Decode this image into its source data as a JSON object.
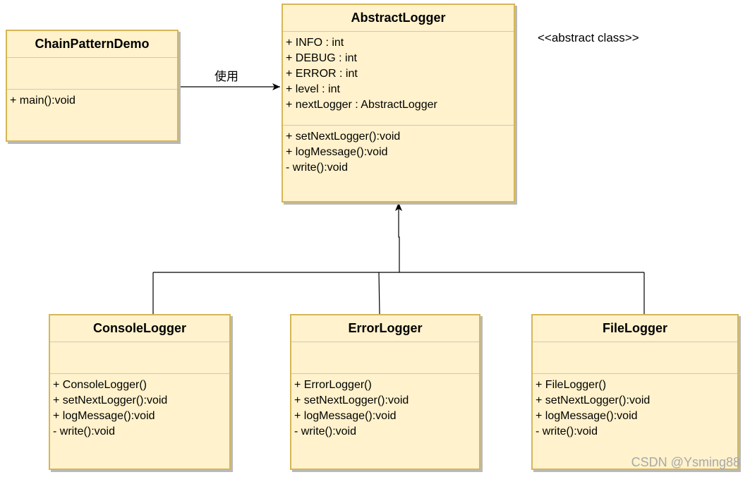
{
  "classes": {
    "chain_pattern_demo": {
      "name": "ChainPatternDemo",
      "attributes": [],
      "operations": [
        "+ main():void"
      ]
    },
    "abstract_logger": {
      "name": "AbstractLogger",
      "attributes": [
        "+ INFO : int",
        "+ DEBUG : int",
        "+ ERROR : int",
        "+ level : int",
        "+ nextLogger : AbstractLogger"
      ],
      "operations": [
        "+ setNextLogger():void",
        "+ logMessage():void",
        "- write():void"
      ]
    },
    "console_logger": {
      "name": "ConsoleLogger",
      "attributes": [],
      "operations": [
        "+ ConsoleLogger()",
        "+ setNextLogger():void",
        "+ logMessage():void",
        "- write():void"
      ]
    },
    "error_logger": {
      "name": "ErrorLogger",
      "attributes": [],
      "operations": [
        "+ ErrorLogger()",
        "+ setNextLogger():void",
        "+ logMessage():void",
        "- write():void"
      ]
    },
    "file_logger": {
      "name": "FileLogger",
      "attributes": [],
      "operations": [
        "+ FileLogger()",
        "+ setNextLogger():void",
        "+ logMessage():void",
        "- write():void"
      ]
    }
  },
  "uses_label": "使用",
  "stereotype": "<<abstract class>>",
  "watermark": "CSDN @Ysming88",
  "colors": {
    "class_fill": "#fff2cc",
    "class_border": "#d6b656",
    "line": "#000000"
  }
}
